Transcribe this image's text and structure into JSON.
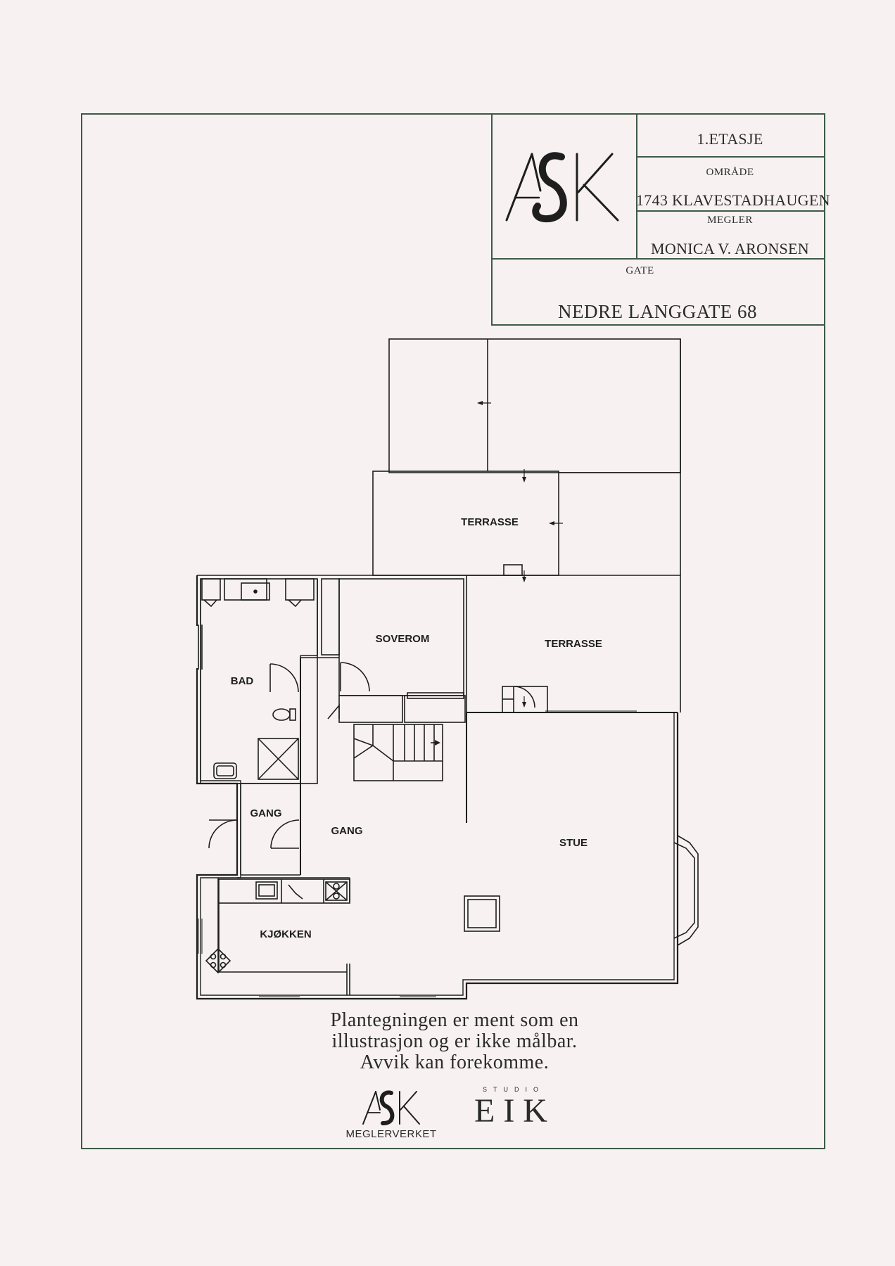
{
  "title_block": {
    "floor": "1.ETASJE",
    "area_label": "OMRÅDE",
    "area_value": "1743 KLAVESTADHAUGEN",
    "agent_label": "MEGLER",
    "agent_value": "MONICA V. ARONSEN",
    "street_label": "GATE",
    "street_value": "NEDRE LANGGATE 68",
    "logo_text": "ASK"
  },
  "rooms": {
    "terrasse_upper": "TERRASSE",
    "terrasse_right": "TERRASSE",
    "soverom": "SOVEROM",
    "bad": "BAD",
    "gang_small": "GANG",
    "gang_main": "GANG",
    "stue": "STUE",
    "kjokken": "KJØKKEN"
  },
  "disclaimer": {
    "line1": "Plantegningen er ment som en",
    "line2": "illustrasjon og er ikke målbar.",
    "line3": "Avvik kan forekomme."
  },
  "footer": {
    "ask_logo": "ASK",
    "ask_sub": "MEGLERVERKET",
    "studio_top": "STUDIO",
    "studio_name": "EIK"
  },
  "colors": {
    "frame": "#3d5a47",
    "wall": "#1e1e1e",
    "background": "#f7f2f1"
  }
}
